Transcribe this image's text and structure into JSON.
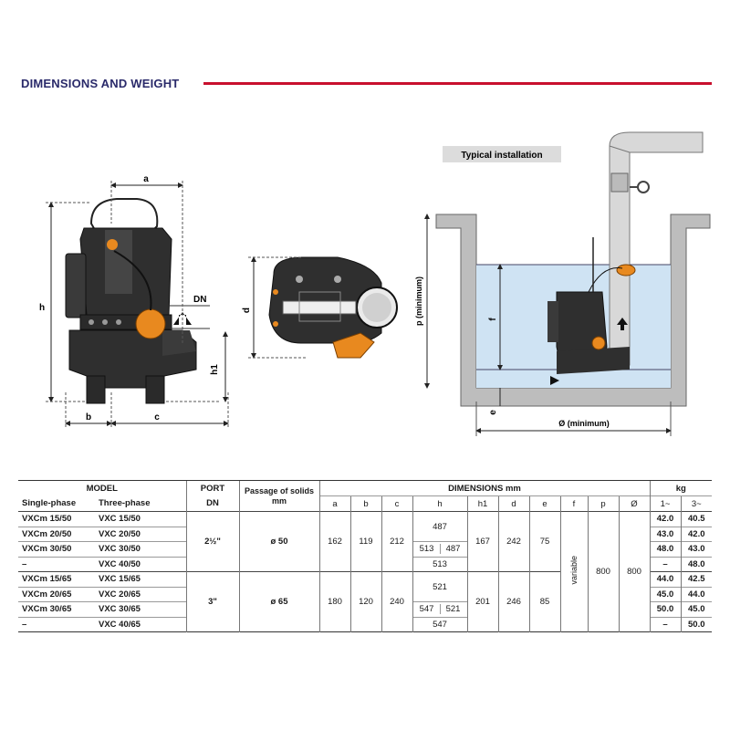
{
  "header": {
    "title": "DIMENSIONS AND WEIGHT",
    "accent": "#c8102e",
    "title_color": "#2a2a6a"
  },
  "figure": {
    "labels": {
      "a": "a",
      "b": "b",
      "c": "c",
      "h": "h",
      "h1": "h1",
      "dn": "DN",
      "d": "d",
      "p": "p (minimum)",
      "f": "f",
      "e": "e",
      "diam": "Ø (minimum)"
    },
    "installation_caption": "Typical installation",
    "colors": {
      "pump": "#2b2b2b",
      "float": "#e8891f",
      "water": "#cfe3f3",
      "pit": "#bdbdbd"
    }
  },
  "table": {
    "headers": {
      "model": "MODEL",
      "single": "Single-phase",
      "three": "Three-phase",
      "port": "PORT",
      "dn": "DN",
      "passage": "Passage of solids mm",
      "dimensions": "DIMENSIONS mm",
      "kg": "kg",
      "cols": [
        "a",
        "b",
        "c",
        "h",
        "h1",
        "d",
        "e",
        "f",
        "p",
        "Ø"
      ],
      "kg1": "1~",
      "kg3": "3~"
    },
    "groups": [
      {
        "port": "2½\"",
        "passage": "ø 50",
        "a": "162",
        "b": "119",
        "c": "212",
        "h1": "167",
        "d": "242",
        "e": "75",
        "rows": [
          {
            "single": "VXCm 15/50",
            "three": "VXC 15/50",
            "kg1": "42.0",
            "kg3": "40.5"
          },
          {
            "single": "VXCm 20/50",
            "three": "VXC 20/50",
            "kg1": "43.0",
            "kg3": "42.0"
          },
          {
            "single": "VXCm 30/50",
            "three": "VXC 30/50",
            "kg1": "48.0",
            "kg3": "43.0"
          },
          {
            "single": "–",
            "three": "VXC 40/50",
            "kg1": "–",
            "kg3": "48.0"
          }
        ],
        "h_top": "487",
        "h_mid_left": "513",
        "h_mid_right": "487",
        "h_bottom": "513"
      },
      {
        "port": "3\"",
        "passage": "ø 65",
        "a": "180",
        "b": "120",
        "c": "240",
        "h1": "201",
        "d": "246",
        "e": "85",
        "rows": [
          {
            "single": "VXCm 15/65",
            "three": "VXC 15/65",
            "kg1": "44.0",
            "kg3": "42.5"
          },
          {
            "single": "VXCm 20/65",
            "three": "VXC 20/65",
            "kg1": "45.0",
            "kg3": "44.0"
          },
          {
            "single": "VXCm 30/65",
            "three": "VXC 30/65",
            "kg1": "50.0",
            "kg3": "45.0"
          },
          {
            "single": "–",
            "three": "VXC 40/65",
            "kg1": "–",
            "kg3": "50.0"
          }
        ],
        "h_top": "521",
        "h_mid_left": "547",
        "h_mid_right": "521",
        "h_bottom": "547"
      }
    ],
    "f_value": "variable",
    "p_value": "800",
    "diam_value": "800"
  }
}
